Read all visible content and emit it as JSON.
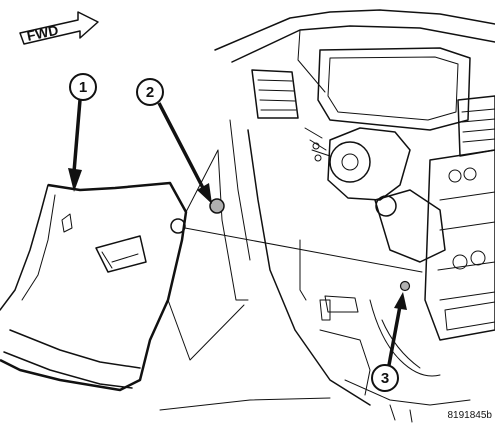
{
  "direction_indicator": {
    "label": "FWD",
    "icon": "forward-arrow-icon"
  },
  "callouts": [
    {
      "number": "1",
      "target": "cowl trim panel"
    },
    {
      "number": "2",
      "target": "push pin fastener"
    },
    {
      "number": "3",
      "target": "mounting hole"
    }
  ],
  "figure_id": "8191845b",
  "colors": {
    "line": "#111111",
    "background": "#ffffff",
    "fastener": "#b0b0b0"
  }
}
